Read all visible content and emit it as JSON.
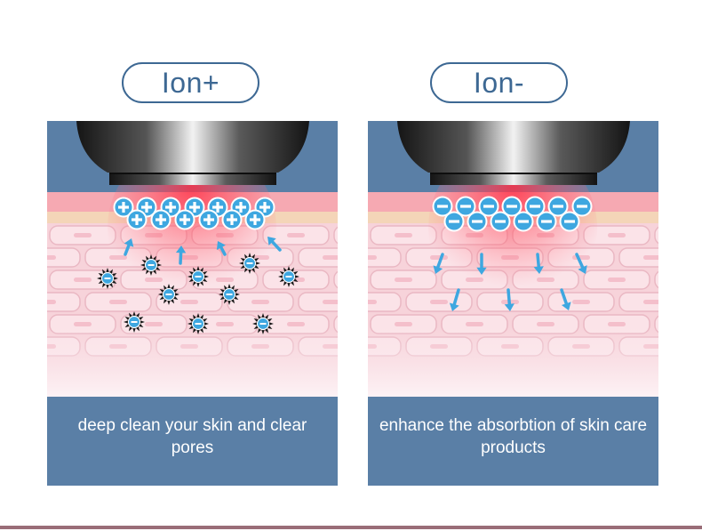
{
  "panels": [
    {
      "title": "Ion+",
      "caption": "deep clean your skin and clear pores",
      "ion_sign": "+"
    },
    {
      "title": "Ion-",
      "caption": "enhance the absorbtion of skin care products",
      "ion_sign": "−"
    }
  ],
  "colors": {
    "panel_bg": "#5a7fa6",
    "pill_border": "#3d6893",
    "ion_blue": "#3ea7e0",
    "skin_pink": "#f7cbd3",
    "glow_red": "#ff3b4e",
    "device_dark": "#1c1c1c"
  },
  "icons": [
    "device-head-icon",
    "ion-bubble-icon",
    "arrow-icon",
    "dirt-particle-icon"
  ]
}
